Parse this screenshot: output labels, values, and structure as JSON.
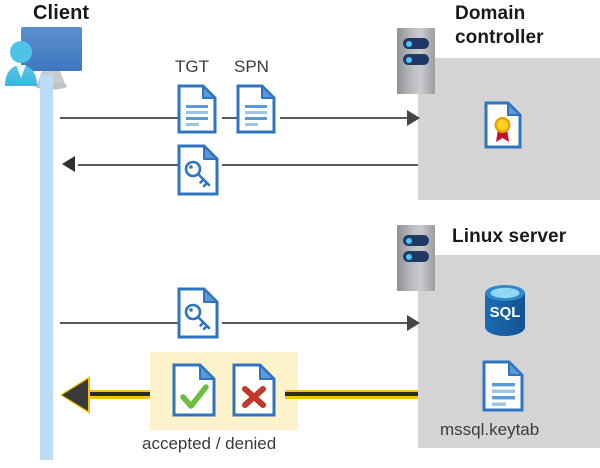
{
  "diagram": {
    "type": "kerberos-authentication-sequence",
    "title_client": "Client",
    "title_domain_controller": "Domain\ncontroller",
    "title_domain_controller_line1": "Domain",
    "title_domain_controller_line2": "controller",
    "title_linux_server": "Linux server"
  },
  "labels": {
    "tgt": "TGT",
    "spn": "SPN",
    "accepted_denied": "accepted / denied",
    "mssql_keytab": "mssql.keytab"
  },
  "icons": {
    "client": "user-at-computer-icon",
    "server_rack_dc": "server-rack-icon",
    "server_rack_linux": "server-rack-icon",
    "tgt_doc": "document-icon",
    "spn_doc": "document-icon",
    "ticket_key_doc_1": "document-with-key-icon",
    "ticket_key_doc_2": "document-with-key-icon",
    "accepted_doc": "document-with-checkmark-icon",
    "denied_doc": "document-with-x-icon",
    "certificate": "document-with-certificate-icon",
    "sql_database": "sql-database-icon",
    "keytab_doc": "document-icon"
  },
  "flows": [
    {
      "id": "request-tgt-spn",
      "direction": "right",
      "from": "Client",
      "to": "Domain controller",
      "carries": [
        "TGT",
        "SPN"
      ],
      "style": "grey-arrow"
    },
    {
      "id": "issue-ticket",
      "direction": "left",
      "from": "Domain controller",
      "to": "Client",
      "carries": [
        "service ticket"
      ],
      "style": "grey-arrow"
    },
    {
      "id": "present-ticket",
      "direction": "right",
      "from": "Client",
      "to": "Linux server",
      "carries": [
        "service ticket"
      ],
      "style": "grey-arrow"
    },
    {
      "id": "auth-result",
      "direction": "left",
      "from": "Linux server",
      "to": "Client",
      "carries": [
        "accepted / denied"
      ],
      "style": "yellow-arrow"
    }
  ],
  "colors": {
    "panel_grey": "#d4d4d4",
    "lifeline_blue": "#bcdcf5",
    "highlight_yellow": "#fdf2c9",
    "arrow_yellow": "#f5c400",
    "arrow_grey": "#58595b",
    "doc_blue": "#2f74c0",
    "check_green": "#5fb85f",
    "x_red": "#c0392b",
    "sql_blue": "#19599a",
    "cert_gold": "#ffd21e",
    "cert_red": "#c8102e",
    "text_dark": "#1a1a1a",
    "text_caption": "#3b3b3b"
  }
}
